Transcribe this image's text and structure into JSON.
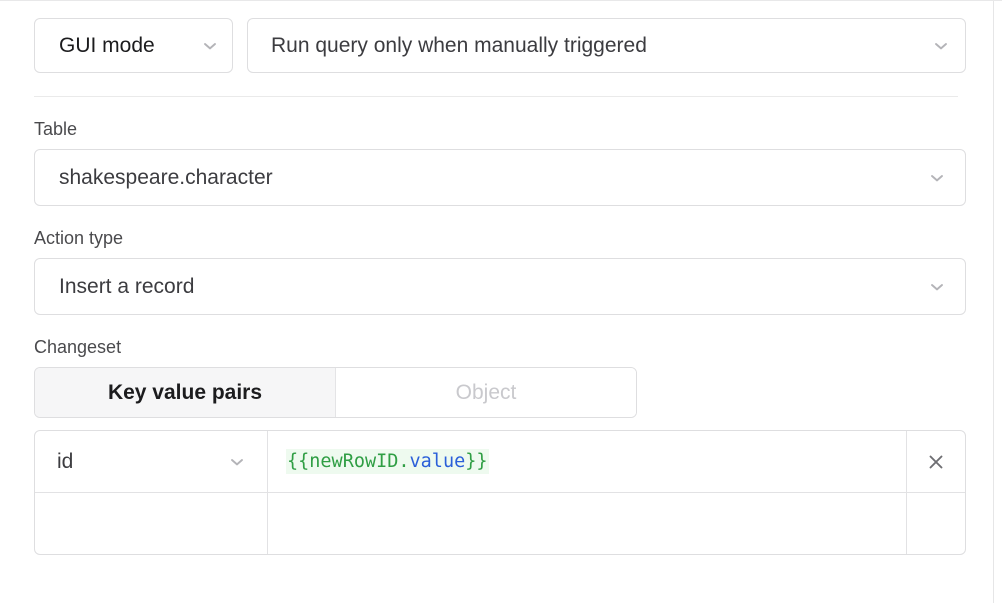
{
  "editor": {
    "mode_select": {
      "label": "GUI mode",
      "icon": "chevron-down-icon"
    },
    "trigger_select": {
      "label": "Run query only when manually triggered",
      "icon": "chevron-down-icon"
    },
    "fields": [
      {
        "label": "Table",
        "value": "shakespeare.character",
        "icon": "chevron-down-icon"
      },
      {
        "label": "Action type",
        "value": "Insert a record",
        "icon": "chevron-down-icon"
      }
    ],
    "changeset": {
      "label": "Changeset",
      "tabs": [
        {
          "label": "Key value pairs",
          "active": true
        },
        {
          "label": "Object",
          "active": false
        }
      ],
      "rows": [
        {
          "key": "id",
          "value_tokens": [
            {
              "text": "{{newRowID.",
              "type": "green"
            },
            {
              "text": "value",
              "type": "blue"
            },
            {
              "text": "}}",
              "type": "green"
            }
          ],
          "delete_icon": "close-icon"
        }
      ]
    }
  },
  "colors": {
    "border": "#dedee0",
    "divider": "#eaeaea",
    "label_text": "#4a4a4d",
    "value_text": "#3c3c40",
    "active_tab_bg": "#f6f6f7",
    "inactive_tab_text": "#c9c9cd",
    "binding_bg": "#eefaef",
    "binding_green": "#2f9e44",
    "binding_blue": "#2b5fd9"
  }
}
